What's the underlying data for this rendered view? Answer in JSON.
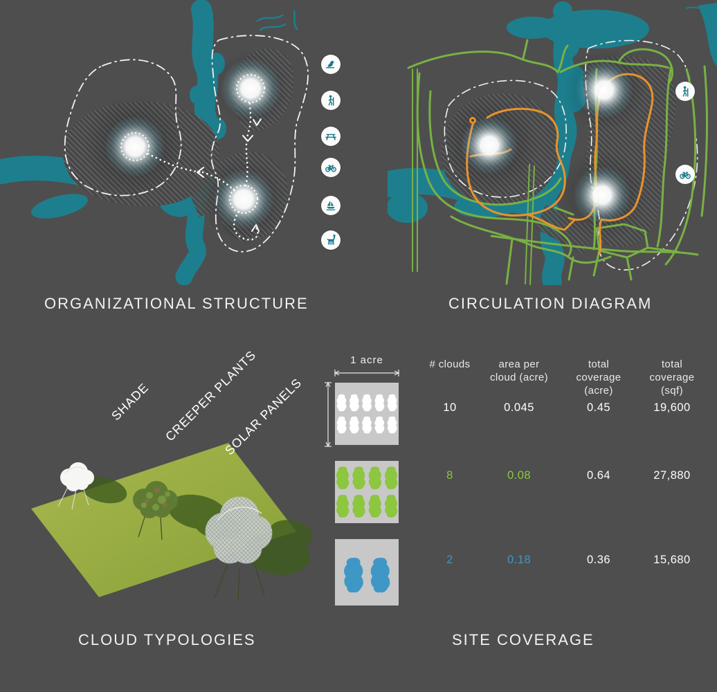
{
  "colors": {
    "water": "#1d7f8e",
    "path_green": "#79b143",
    "path_orange": "#e8932c",
    "icon_teal": "#17798a",
    "swatch_bg": "#c8c8c8",
    "cloud_white": "#ffffff",
    "cloud_green": "#8dc63f",
    "cloud_blue": "#3f97c6"
  },
  "organizational": {
    "title": "ORGANIZATIONAL STRUCTURE",
    "icons": [
      "bird",
      "hiker",
      "picnic-table",
      "bicycle",
      "sailboat",
      "deer"
    ]
  },
  "circulation": {
    "title": "CIRCULATION DIAGRAM",
    "icons": [
      "hiker",
      "bicycle"
    ]
  },
  "cloud_typologies": {
    "title": "CLOUD TYPOLOGIES",
    "labels": [
      "SHADE",
      "CREEPER PLANTS",
      "SOLAR PANELS"
    ]
  },
  "site_coverage": {
    "title": "SITE COVERAGE",
    "scale_label": "1 acre",
    "headers": [
      "# clouds",
      "area per\ncloud (acre)",
      "total\ncoverage\n(acre)",
      "total\ncoverage\n(sqf)"
    ],
    "rows": [
      {
        "clouds": "10",
        "area_per_cloud": "0.045",
        "total_acre": "0.45",
        "total_sqf": "19,600",
        "color": "#ffffff"
      },
      {
        "clouds": "8",
        "area_per_cloud": "0.08",
        "total_acre": "0.64",
        "total_sqf": "27,880",
        "color": "#8dc63f"
      },
      {
        "clouds": "2",
        "area_per_cloud": "0.18",
        "total_acre": "0.36",
        "total_sqf": "15,680",
        "color": "#3f97c6"
      }
    ]
  }
}
